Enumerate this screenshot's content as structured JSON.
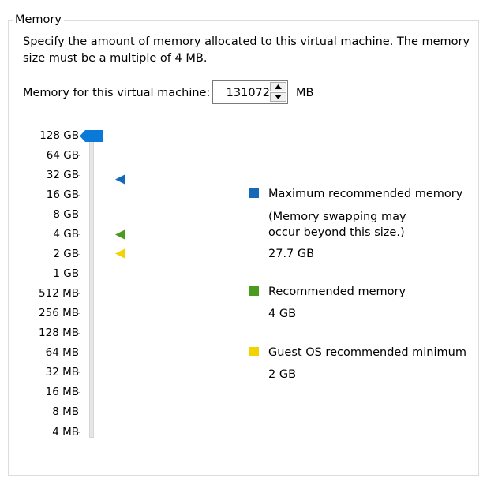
{
  "group": {
    "title": "Memory",
    "description": "Specify the amount of memory allocated to this virtual machine. The memory size must be a multiple of 4 MB."
  },
  "memory_input": {
    "label": "Memory for this virtual machine:",
    "value": "131072",
    "unit": "MB"
  },
  "slider": {
    "scale_labels": [
      "128 GB",
      "64 GB",
      "32 GB",
      "16 GB",
      "8 GB",
      "4 GB",
      "2 GB",
      "1 GB",
      "512 MB",
      "256 MB",
      "128 MB",
      "64 MB",
      "32 MB",
      "16 MB",
      "8 MB",
      "4 MB"
    ],
    "selected": "128 GB"
  },
  "legend": {
    "max": {
      "title": "Maximum recommended memory",
      "note_line1": "(Memory swapping may",
      "note_line2": "occur beyond this size.)",
      "value": "27.7 GB",
      "color": "#1569b8"
    },
    "recommended": {
      "title": "Recommended memory",
      "value": "4 GB",
      "color": "#4a9a1e"
    },
    "guest_min": {
      "title": "Guest OS recommended minimum",
      "value": "2 GB",
      "color": "#f2d200"
    }
  },
  "colors": {
    "thumb": "#0b79d8",
    "track": "#e6e6e6"
  }
}
